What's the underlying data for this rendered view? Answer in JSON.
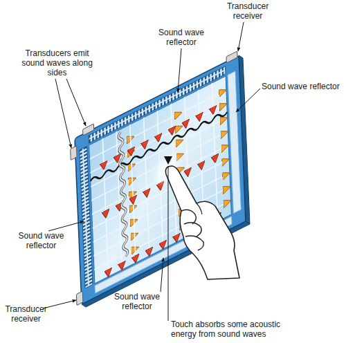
{
  "diagram": {
    "labels": [
      "Transducer receiver",
      "Sound wave reflector",
      "Transducers emit sound waves along sides",
      "Sound wave reflector",
      "Sound wave reflector",
      "Transducer receiver",
      "Sound wave reflector",
      "Touch absorbs some acoustic energy from sound waves"
    ]
  }
}
